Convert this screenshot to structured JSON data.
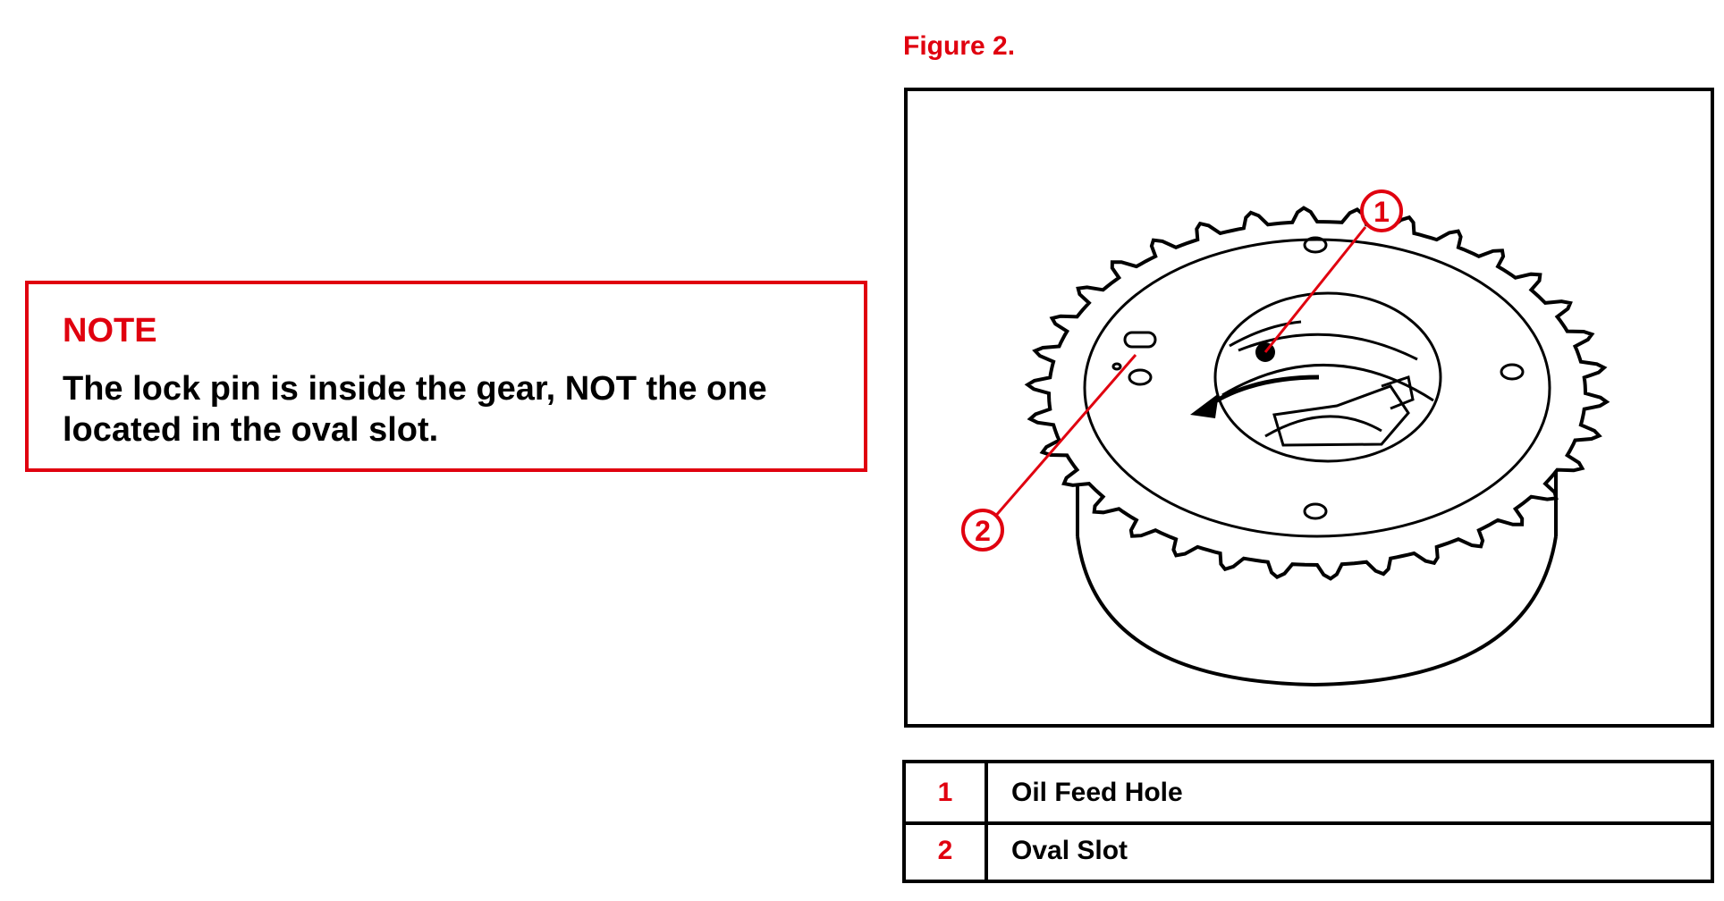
{
  "note": {
    "title": "NOTE",
    "text": "The lock pin is inside the gear, NOT the one located in the oval slot."
  },
  "figure": {
    "title": "Figure 2.",
    "callouts": [
      "1",
      "2"
    ],
    "accent_color": "#e0000f"
  },
  "legend": {
    "rows": [
      {
        "number": "1",
        "label": "Oil Feed Hole"
      },
      {
        "number": "2",
        "label": "Oval Slot"
      }
    ]
  }
}
